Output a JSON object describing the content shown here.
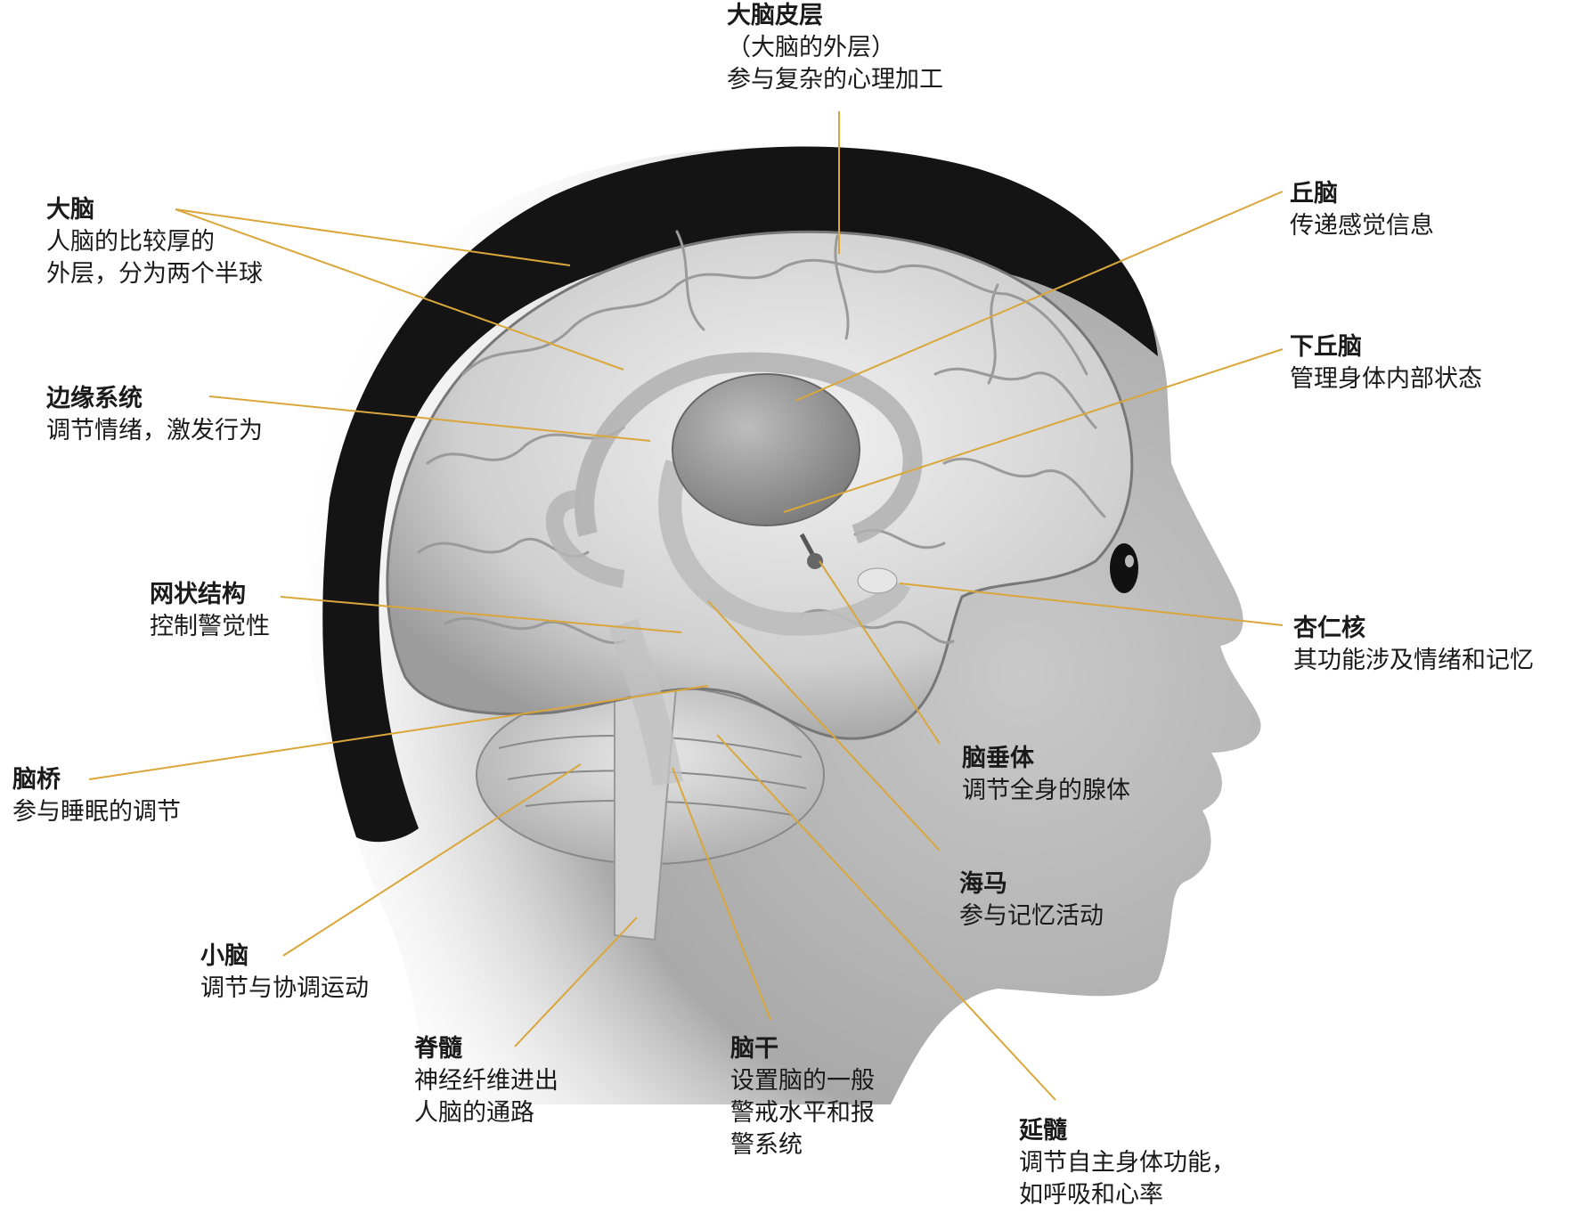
{
  "colors": {
    "leader_line": "#d9a63a",
    "hair": "#141414",
    "skin": "#b8b8b8",
    "brain": "#d6d6d6",
    "text": "#1a1a1a"
  },
  "labels": [
    {
      "id": "cortex",
      "title": "大脑皮层",
      "lines": [
        "（大脑的外层）",
        "参与复杂的心理加工"
      ]
    },
    {
      "id": "cerebrum",
      "title": "大脑",
      "lines": [
        "人脑的比较厚的",
        "外层，分为两个半球"
      ]
    },
    {
      "id": "thalamus",
      "title": "丘脑",
      "lines": [
        "传递感觉信息"
      ]
    },
    {
      "id": "hypothalamus",
      "title": "下丘脑",
      "lines": [
        "管理身体内部状态"
      ]
    },
    {
      "id": "limbic",
      "title": "边缘系统",
      "lines": [
        "调节情绪，激发行为"
      ]
    },
    {
      "id": "reticular",
      "title": "网状结构",
      "lines": [
        "控制警觉性"
      ]
    },
    {
      "id": "amygdala",
      "title": "杏仁核",
      "lines": [
        "其功能涉及情绪和记忆"
      ]
    },
    {
      "id": "pons",
      "title": "脑桥",
      "lines": [
        "参与睡眠的调节"
      ]
    },
    {
      "id": "pituitary",
      "title": "脑垂体",
      "lines": [
        "调节全身的腺体"
      ]
    },
    {
      "id": "hippocampus",
      "title": "海马",
      "lines": [
        "参与记忆活动"
      ]
    },
    {
      "id": "cerebellum",
      "title": "小脑",
      "lines": [
        "调节与协调运动"
      ]
    },
    {
      "id": "spinal",
      "title": "脊髓",
      "lines": [
        "神经纤维进出",
        "人脑的通路"
      ]
    },
    {
      "id": "brainstem",
      "title": "脑干",
      "lines": [
        "设置脑的一般",
        "警戒水平和报",
        "警系统"
      ]
    },
    {
      "id": "medulla",
      "title": "延髓",
      "lines": [
        "调节自主身体功能，",
        "如呼吸和心率"
      ]
    }
  ]
}
